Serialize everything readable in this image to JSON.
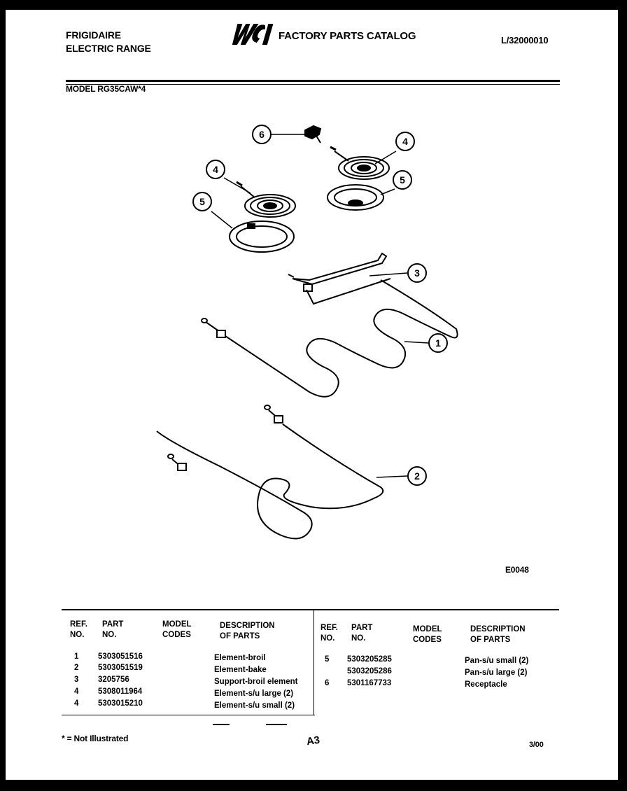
{
  "header": {
    "brand_line1": "FRIGIDAIRE",
    "brand_line2": "ELECTRIC RANGE",
    "catalog_title": "FACTORY PARTS CATALOG",
    "doc_number": "L/32000010",
    "model": "MODEL RG35CAW*4"
  },
  "diagram": {
    "callouts": [
      "6",
      "4",
      "5",
      "4",
      "5",
      "3",
      "1",
      "2"
    ],
    "figure_code": "E0048"
  },
  "table": {
    "headers": {
      "ref1": "REF.",
      "ref2": "NO.",
      "part1": "PART",
      "part2": "NO.",
      "model1": "MODEL",
      "model2": "CODES",
      "desc1": "DESCRIPTION",
      "desc2": "OF PARTS"
    },
    "left_rows": [
      {
        "ref": "1",
        "part": "5303051516",
        "desc": "Element-broil"
      },
      {
        "ref": "2",
        "part": "5303051519",
        "desc": "Element-bake"
      },
      {
        "ref": "3",
        "part": "3205756",
        "desc": "Support-broil element"
      },
      {
        "ref": "4",
        "part": "5308011964",
        "desc": "Element-s/u large (2)"
      },
      {
        "ref": "4",
        "part": "5303015210",
        "desc": "Element-s/u small (2)"
      }
    ],
    "right_rows": [
      {
        "ref": "5",
        "part": "5303205285",
        "desc": "Pan-s/u small (2)"
      },
      {
        "ref": "",
        "part": "5303205286",
        "desc": "Pan-s/u large (2)"
      },
      {
        "ref": "6",
        "part": "5301167733",
        "desc": "Receptacle"
      }
    ]
  },
  "footer": {
    "note": "* = Not Illustrated",
    "page_code": "A3",
    "date": "3/00"
  }
}
